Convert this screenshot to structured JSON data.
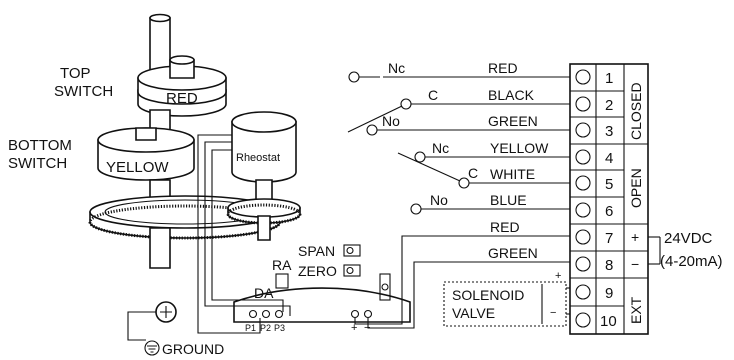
{
  "switches": {
    "top_label_line1": "TOP",
    "top_label_line2": "SWITCH",
    "top_color": "RED",
    "bottom_label_line1": "BOTTOM",
    "bottom_label_line2": "SWITCH",
    "bottom_color": "YELLOW"
  },
  "rheostat": {
    "label": "Rheostat"
  },
  "board": {
    "span": "SPAN",
    "zero": "ZERO",
    "ra": "RA",
    "da": "DA",
    "pins": [
      "P1",
      "P2",
      "P3"
    ],
    "plus": "+",
    "minus": "−"
  },
  "ground": {
    "label": "GROUND"
  },
  "contacts": {
    "closed_nc": "Nc",
    "closed_c": "C",
    "closed_no": "No",
    "open_nc": "Nc",
    "open_c": "C",
    "open_no": "No"
  },
  "wires": [
    {
      "color": "RED",
      "terminal": "1"
    },
    {
      "color": "BLACK",
      "terminal": "2"
    },
    {
      "color": "GREEN",
      "terminal": "3"
    },
    {
      "color": "YELLOW",
      "terminal": "4"
    },
    {
      "color": "WHITE",
      "terminal": "5"
    },
    {
      "color": "BLUE",
      "terminal": "6"
    },
    {
      "color": "RED",
      "terminal": "7"
    },
    {
      "color": "GREEN",
      "terminal": "8"
    }
  ],
  "terminals": [
    "1",
    "2",
    "3",
    "4",
    "5",
    "6",
    "7",
    "8",
    "9",
    "10"
  ],
  "groups": {
    "closed": "CLOSED",
    "open": "OPEN",
    "ext": "EXT"
  },
  "power": {
    "plus": "+",
    "minus": "−",
    "voltage": "24VDC",
    "current": "(4-20mA)"
  },
  "solenoid": {
    "line1": "SOLENOID",
    "line2": "VALVE",
    "plus": "+",
    "minus": "−"
  }
}
